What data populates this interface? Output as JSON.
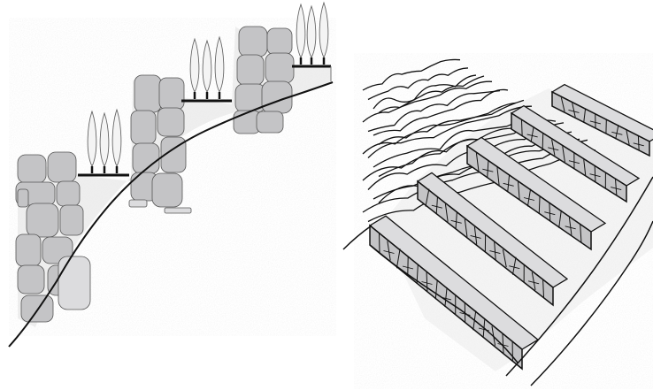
{
  "figure": {
    "panels": [
      {
        "id": "cross-section",
        "depicts": "terraced-hillside-cross-section",
        "terrace_count": 3,
        "cypress_groups": 3
      },
      {
        "id": "perspective",
        "depicts": "terraced-hillside-perspective",
        "wall_count": 5,
        "contour_lines": 18
      }
    ]
  },
  "colors": {
    "stone_fill": "#c4c4c6",
    "stone_fill_light": "#dcdcde",
    "outline": "#111111",
    "fill_soil": "#eeeeee",
    "tree_fill": "#f4f4f4",
    "background": "#ffffff"
  }
}
